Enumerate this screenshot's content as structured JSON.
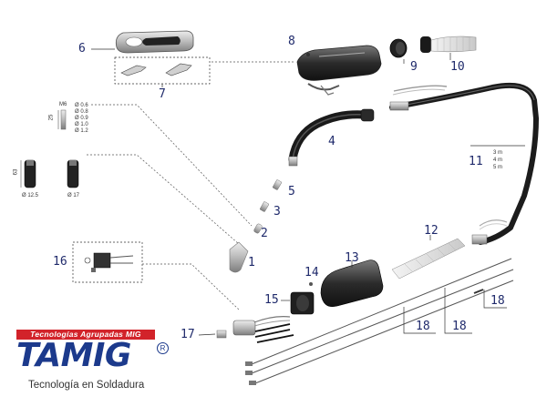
{
  "callouts": {
    "n1": "1",
    "n2": "2",
    "n3": "3",
    "n4": "4",
    "n5": "5",
    "n6": "6",
    "n7": "7",
    "n8": "8",
    "n9": "9",
    "n10": "10",
    "n11": "11",
    "n12": "12",
    "n13": "13",
    "n14": "14",
    "n15": "15",
    "n16": "16",
    "n17": "17",
    "n18a": "18",
    "n18b": "18",
    "n18c": "18"
  },
  "cable_lengths": [
    "3 m",
    "4 m",
    "5 m"
  ],
  "tip_specs": {
    "thread": "M6",
    "length": "25",
    "diameters": [
      "Ø 0.6",
      "Ø 0.8",
      "Ø 0.9",
      "Ø 1.0",
      "Ø 1.2"
    ]
  },
  "nozzle_specs": {
    "length": "63",
    "diam_a": "Ø 12.5",
    "diam_b": "Ø 17"
  },
  "logo": {
    "band": "Tecnologías Agrupadas MIG",
    "word": "TAMIG",
    "reg": "R",
    "tagline": "Tecnología en Soldadura"
  },
  "colors": {
    "callout": "#1f2a6b",
    "brand_red": "#d2232a",
    "brand_blue": "#1c3a8c"
  }
}
